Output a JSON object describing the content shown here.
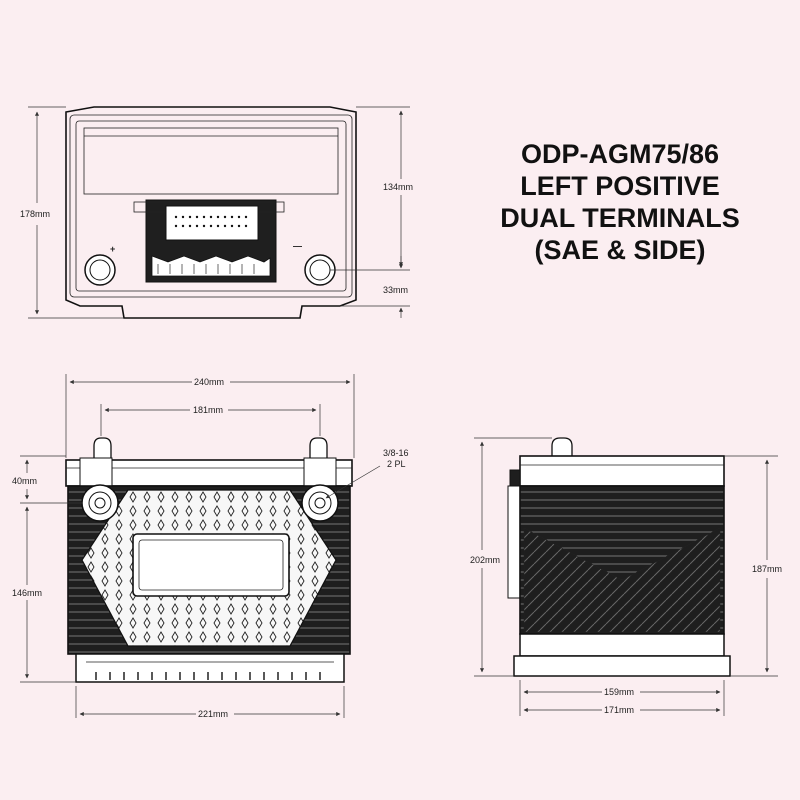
{
  "title": {
    "lines": [
      "ODP-AGM75/86",
      "LEFT POSITIVE",
      "DUAL TERMINALS",
      "(SAE & SIDE)"
    ]
  },
  "top_view": {
    "height_total": "178mm",
    "height_upper": "134mm",
    "height_lower": "33mm",
    "plus_symbol": "+",
    "minus_symbol": "—"
  },
  "front_view": {
    "width_total": "240mm",
    "terminal_spacing": "181mm",
    "base_width": "221mm",
    "height_upper": "40mm",
    "height_lower": "146mm",
    "side_terminal_note": [
      "3/8-16",
      "2 PL"
    ]
  },
  "side_view": {
    "height_total": "202mm",
    "height_body": "187mm",
    "width_inner": "159mm",
    "width_total": "171mm"
  }
}
